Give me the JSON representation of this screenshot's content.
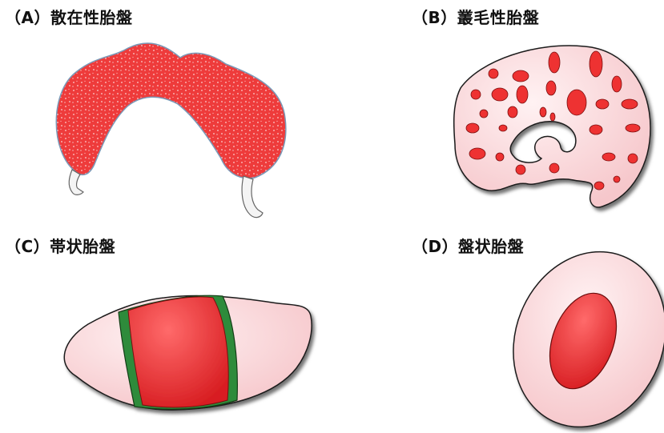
{
  "panels": [
    {
      "label": "（A）散在性胎盤"
    },
    {
      "label": "（B）叢毛性胎盤"
    },
    {
      "label": "（C）帯状胎盤"
    },
    {
      "label": "（D）盤状胎盤"
    }
  ],
  "colors": {
    "tissue_red": "#ee3b3b",
    "membrane_pink": "#fbd9db",
    "band_green": "#2e8b3a",
    "outline": "#1a1a1a"
  }
}
